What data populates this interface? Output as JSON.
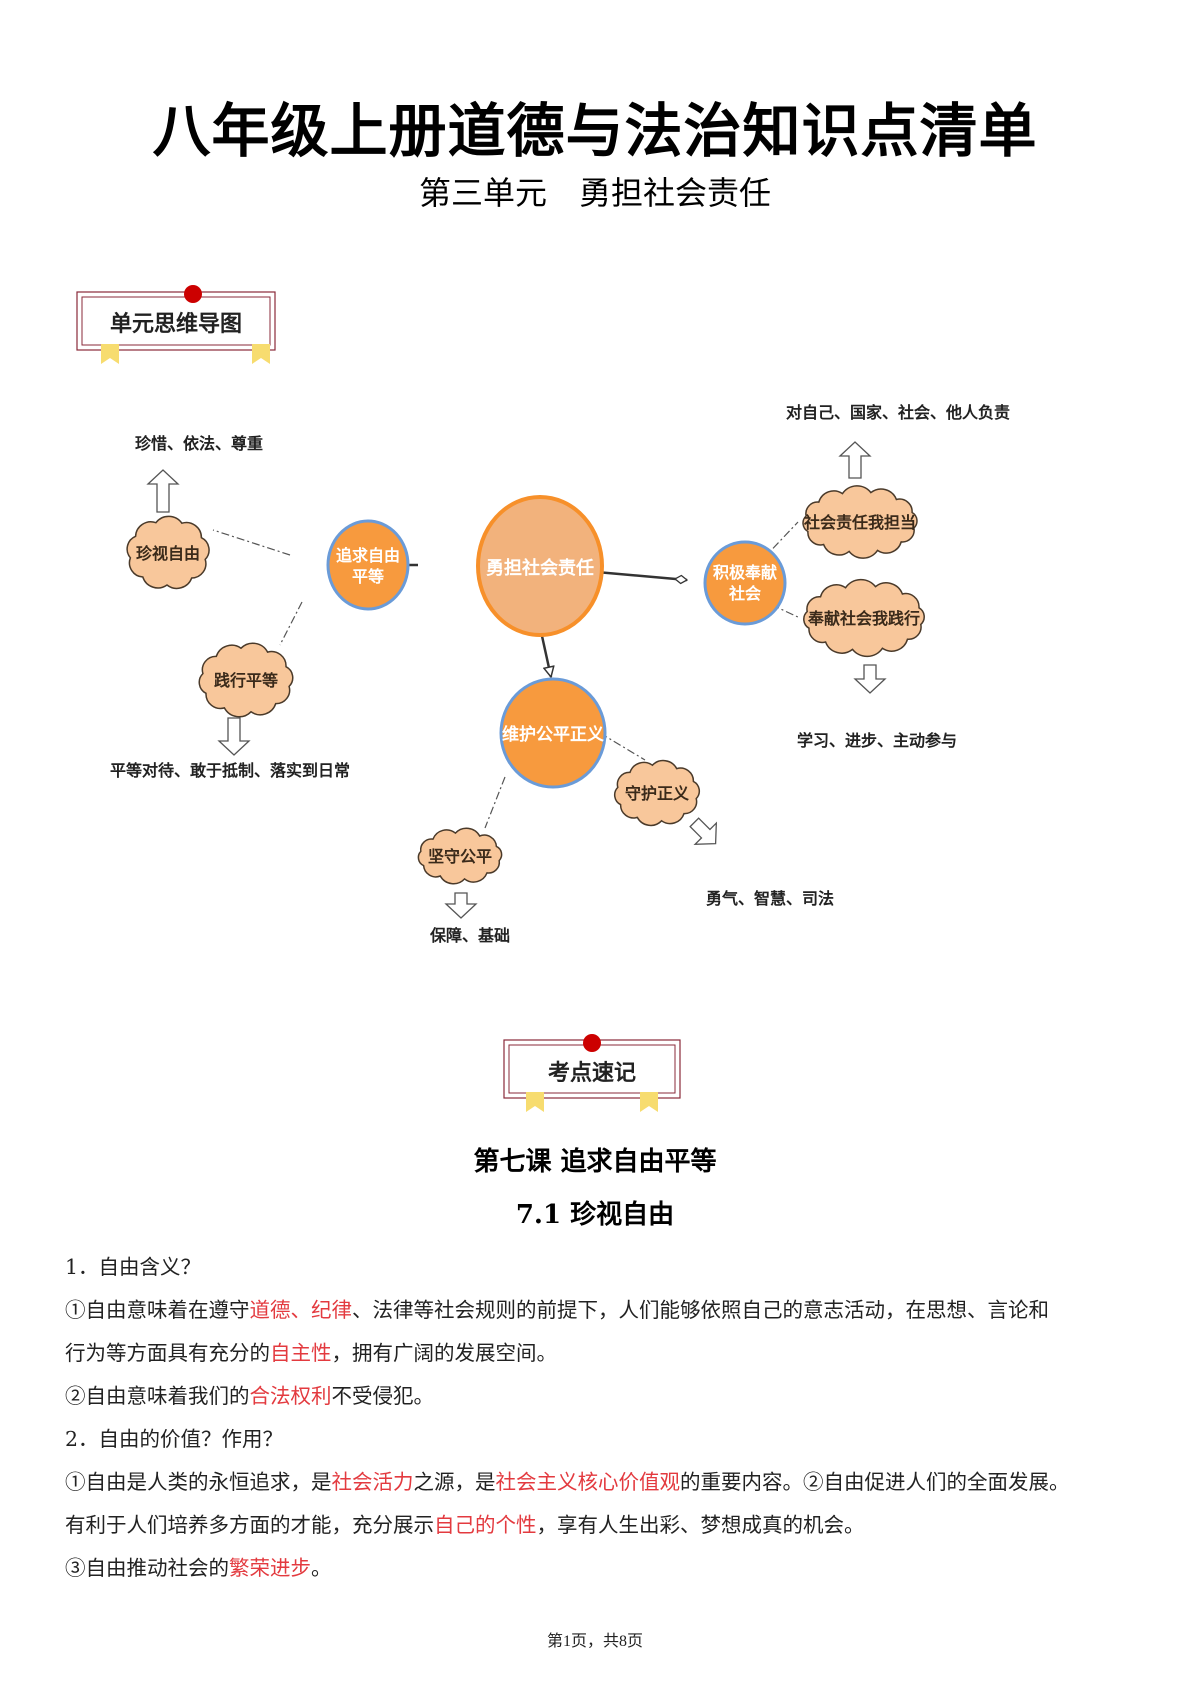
{
  "header": {
    "title": "八年级上册道德与法治知识点清单",
    "subtitle": "第三单元　勇担社会责任"
  },
  "section_labels": {
    "mindmap": "单元思维导图",
    "keypoints": "考点速记"
  },
  "mindmap": {
    "center": "勇担社会责任",
    "branch_freedom": [
      "追求自由",
      "平等"
    ],
    "branch_justice": "维护公平正义",
    "branch_society": [
      "积极奉献",
      "社会"
    ],
    "cloud_cherish": "珍视自由",
    "cloud_practice": "践行平等",
    "cloud_fair": "坚守公平",
    "cloud_guard": "守护正义",
    "cloud_responsibility": "社会责任我担当",
    "cloud_dedicate": "奉献社会我践行",
    "note_cherish": "珍惜、依法、尊重",
    "note_practice": "平等对待、敢于抵制、落实到日常",
    "note_fair": "保障、基础",
    "note_guard": "勇气、智慧、司法",
    "note_responsibility": "对自己、国家、社会、他人负责",
    "note_dedicate": "学习、进步、主动参与"
  },
  "lesson": {
    "title": "第七课  追求自由平等",
    "section": "7.1  珍视自由"
  },
  "content": [
    [
      {
        "t": "1．自由含义？"
      }
    ],
    [
      {
        "t": "①自由意味着在遵守"
      },
      {
        "t": "道德、纪律",
        "red": true
      },
      {
        "t": "、法律等社会规则的前提下，人们能够依照自己的意志活动，在思想、言论和"
      }
    ],
    [
      {
        "t": "行为等方面具有充分的"
      },
      {
        "t": "自主性",
        "red": true
      },
      {
        "t": "，拥有广阔的发展空间。"
      }
    ],
    [
      {
        "t": "②自由意味着我们的"
      },
      {
        "t": "合法权利",
        "red": true
      },
      {
        "t": "不受侵犯。"
      }
    ],
    [
      {
        "t": "2．自由的价值？作用？"
      }
    ],
    [
      {
        "t": "①自由是人类的永恒追求，是"
      },
      {
        "t": "社会活力",
        "red": true
      },
      {
        "t": "之源，是"
      },
      {
        "t": "社会主义核心价值观",
        "red": true
      },
      {
        "t": "的重要内容。②自由促进人们的全面发展。"
      }
    ],
    [
      {
        "t": "有利于人们培养多方面的才能，充分展示"
      },
      {
        "t": "自己的个性",
        "red": true
      },
      {
        "t": "，享有人生出彩、梦想成真的机会。"
      }
    ],
    [
      {
        "t": "③自由推动社会的"
      },
      {
        "t": "繁荣进步",
        "red": true
      },
      {
        "t": "。"
      }
    ]
  ],
  "footer": "第1页，共8页",
  "colors": {
    "accent_red": "#e33a3f",
    "node_orange": "#f79a3e",
    "center_fill": "#f2b27c",
    "cloud_fill": "#f8c79b",
    "node_border_blue": "#6a9bd8"
  }
}
